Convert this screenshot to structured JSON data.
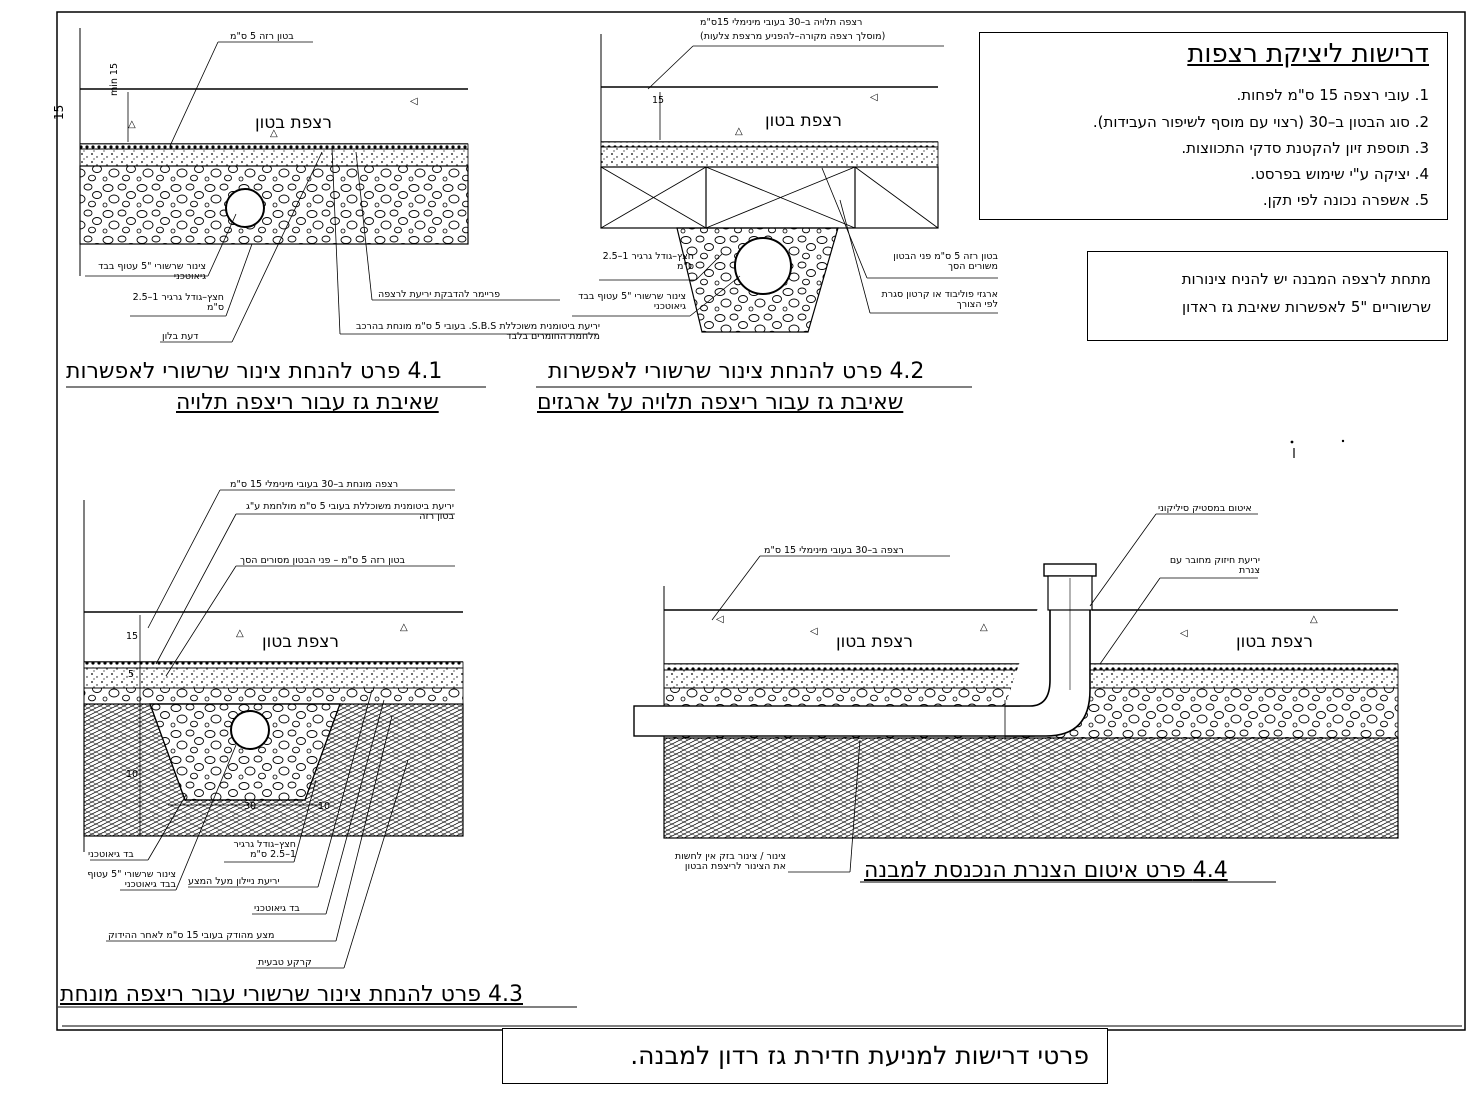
{
  "requirements_box": {
    "title": "דרישות ליציקת רצפות",
    "items": [
      "1. עובי רצפה 15 ס\"מ לפחות.",
      "2. סוג הבטון ב–30 (רצוי עם מוסף לשיפור העבידות).",
      "3. תוספת זיון להקטנת סדקי התכווצות.",
      "4. יציקה ע\"י שימוש בפרסט.",
      "5. אשפרה נכונה לפי תקן."
    ]
  },
  "note_box": {
    "line1": "מתחת לרצפה המבנה יש להניח צינורות",
    "line2": "שרשוריים \"5 לאפשרות שאיבת גז ראדון"
  },
  "detail_41": {
    "caption_line1": "4.1 פרט להנחת צינור שרשורי לאפשרות",
    "caption_line2": "שאיבת גז עבור ריצפה תלויה",
    "slab_label": "רצפת בטון",
    "label_lean": "בטון רזה 5 ס\"מ",
    "label_pipe": "צינור שרשורי \"5 עטוף בבד גיאוטכני",
    "label_gravel": "חצץ–גודל גרגיר 1–2.5 ס\"מ",
    "label_clay": "דעת בלון",
    "label_seal": "פריימר להדבקת יריעת לרצפה",
    "label_membrane": "יריעת ביטומנית משוכללת S.B.S. בעובי 5 ס\"מ מונחת בהרכב מלחמת החומרים בלבד",
    "dim": "min 15"
  },
  "detail_42": {
    "caption_line1": "4.2 פרט להנחת צינור שרשורי לאפשרות",
    "caption_line2": "שאיבת גז עבור ריצפה תלויה על ארגזים",
    "slab_label": "רצפת בטון",
    "label_top": "רצפה תלויה ב–30 בעובי מינימלי 15ס\"מ",
    "label_top2": "(מוסלך רצפה מקורה–להפניע מרצפת צלעות)",
    "label_lean": "בטון רזה 5 ס\"מ פני הבטון משורים הסך",
    "label_boxes": "ארגזי פוליבוד או קרטון סגרת לפי הצורך",
    "label_gravel": "חצץ–גודל גרגיר 1–2.5 ס\"מ",
    "label_pipe": "צינור שרשורי \"5 עטוף בבד גיאוטכני",
    "dim": "15"
  },
  "detail_43": {
    "caption": "4.3 פרט להנחת צינור שרשורי עבור ריצפה מונחת",
    "slab_label": "רצפת בטון",
    "label_slab": "רצפה מונחת ב–30 בעובי מינימלי 15 ס\"מ",
    "label_membrane": "יריעת ביטומנית משוכללת בעובי 5 ס\"מ מולחמת ע\"ג בטון רזה",
    "label_lean": "בטון רזה 5 ס\"מ – פני הבטון מסורים הסך",
    "label_geo": "בד גיאוטכני",
    "label_pipe": "צינור שרשורי \"5 עטוף בבד גיאוטכני",
    "label_gravel": "חצץ–גודל גרגיר 1–2.5 ס\"מ",
    "label_nylon": "יריעת ניילון מעל המצע",
    "label_geo2": "בד גיאוטכני",
    "label_base": "מצע מהודק בעובי 15 ס\"מ לאחר ההידוק",
    "label_soil": "קרקע טבעית",
    "dim_15": "15",
    "dim_5": "5",
    "dim_10": "10",
    "dim_30": "30",
    "dim_10b": "10"
  },
  "detail_44": {
    "caption": "4.4 פרט איטום הצנרת הנכנסת למבנה",
    "slab_label_left": "רצפת בטון",
    "slab_label_right": "רצפת בטון",
    "label_slab": "רצפה ב–30 בעובי מינימלי 15 ס\"מ",
    "label_seal": "איטום במסטיק סיליקוני",
    "label_sheet": "יריעת חיזוק מחובר עם צנרת",
    "label_pipe": "צינור / צינור בזק אין לחשות את הצינור לריצפת הבטון"
  },
  "footer_title": "פרטי דרישות למניעת חדירת גז רדון למבנה."
}
